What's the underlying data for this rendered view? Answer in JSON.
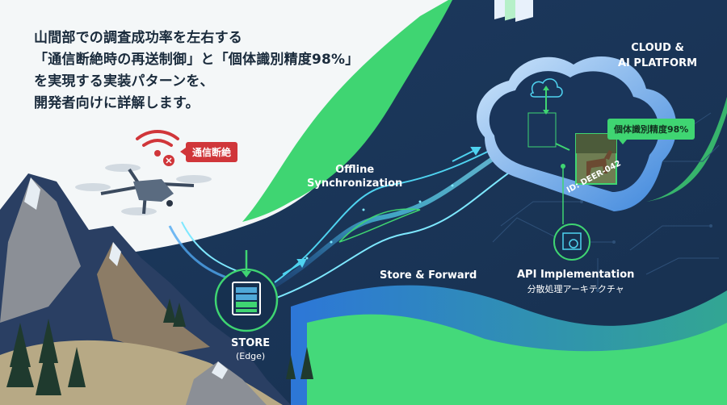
{
  "headline": {
    "lines": [
      "山間部での調査成功率を左右する",
      "「通信断絶時の再送制御」と「個体識別精度98%」",
      "を実現する実装パターンを、",
      "開発者向けに詳解します。"
    ]
  },
  "drone": {
    "status_badge": "通信断絶",
    "icon": "wifi-off-icon"
  },
  "edge_store": {
    "title": "STORE",
    "subtitle": "(Edge)",
    "icon": "storage-battery-icon"
  },
  "flow": {
    "offline_label_line1": "Offline",
    "offline_label_line2": "Synchronization",
    "store_forward_label": "Store & Forward"
  },
  "cloud": {
    "title_line1": "CLOUD &",
    "title_line2": "AI PLATFORM",
    "accuracy_badge": "個体識別精度98%",
    "animal_id": "ID: DEER-042",
    "icon": "cloud-sync-icon"
  },
  "api": {
    "title": "API Implementation",
    "subtitle": "分散処理アーキテクチャ",
    "icon": "gear-window-icon"
  },
  "colors": {
    "navy": "#1b3358",
    "green": "#3fd572",
    "red": "#d0363a",
    "cyan": "#4fd3f0",
    "light_bg": "#f4f7f8"
  }
}
